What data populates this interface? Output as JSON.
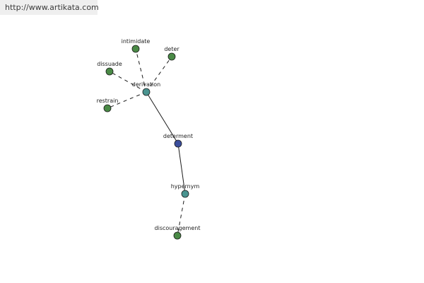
{
  "site": {
    "url": "http://www.artikata.com"
  },
  "graph": {
    "colors": {
      "center": "#3b4e9c",
      "relation": "#4a9490",
      "word": "#4a8a46",
      "stroke": "#1a1a1a"
    },
    "nodes": [
      {
        "id": "determent",
        "label": "determent",
        "kind": "center"
      },
      {
        "id": "derivation",
        "label": "derivation",
        "kind": "relation"
      },
      {
        "id": "hypernym",
        "label": "hypernym",
        "kind": "relation"
      },
      {
        "id": "intimidate",
        "label": "intimidate",
        "kind": "word"
      },
      {
        "id": "deter",
        "label": "deter",
        "kind": "word"
      },
      {
        "id": "dissuade",
        "label": "dissuade",
        "kind": "word"
      },
      {
        "id": "restrain",
        "label": "restrain",
        "kind": "word"
      },
      {
        "id": "discouragement",
        "label": "discouragement",
        "kind": "word"
      }
    ],
    "edges": [
      {
        "from": "determent",
        "to": "derivation",
        "style": "solid"
      },
      {
        "from": "determent",
        "to": "hypernym",
        "style": "solid"
      },
      {
        "from": "derivation",
        "to": "intimidate",
        "style": "dashed"
      },
      {
        "from": "derivation",
        "to": "deter",
        "style": "dashed"
      },
      {
        "from": "derivation",
        "to": "dissuade",
        "style": "dashed"
      },
      {
        "from": "derivation",
        "to": "restrain",
        "style": "dashed"
      },
      {
        "from": "hypernym",
        "to": "discouragement",
        "style": "dashed"
      }
    ]
  }
}
